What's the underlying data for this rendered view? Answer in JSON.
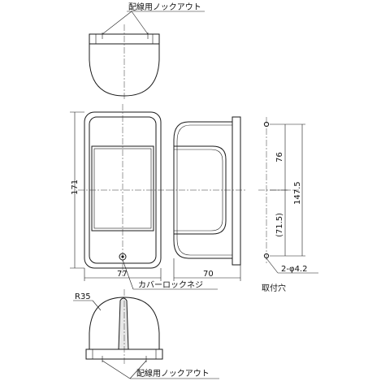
{
  "labels": {
    "knockout_top": "配線用ノックアウト",
    "knockout_bottom": "配線用ノックアウト",
    "cover_screw": "カバーロックネジ",
    "mount_hole": "取付穴",
    "hole_spec": "2-φ4.2",
    "radius": "R35"
  },
  "dimensions": {
    "height_total": "171",
    "width_front": "77",
    "depth_side": "70",
    "upper_span": "76",
    "hole_pitch": "147.5",
    "lower_span": "(71.5)"
  }
}
